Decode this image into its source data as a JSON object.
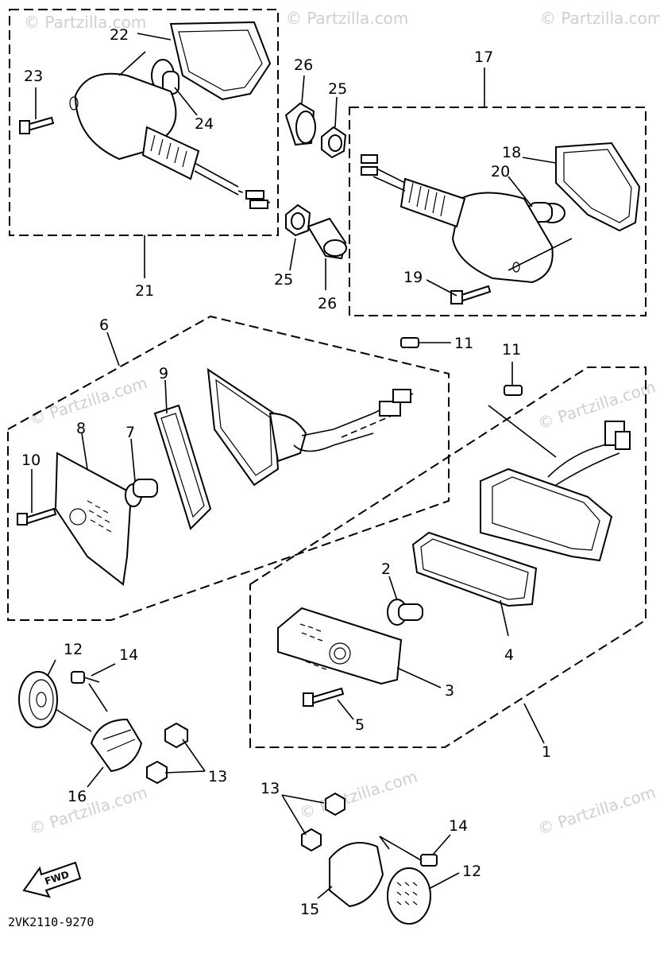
{
  "diagram": {
    "code": "2VK2110-9270",
    "fwd_label": "FWD",
    "watermark": "© Partzilla.com",
    "callouts": {
      "c1": "1",
      "c2": "2",
      "c3": "3",
      "c4": "4",
      "c5": "5",
      "c6": "6",
      "c7": "7",
      "c8": "8",
      "c9": "9",
      "c10": "10",
      "c11a": "11",
      "c11b": "11",
      "c12a": "12",
      "c12b": "12",
      "c13a": "13",
      "c13b": "13",
      "c14a": "14",
      "c14b": "14",
      "c15": "15",
      "c16": "16",
      "c17": "17",
      "c18": "18",
      "c19": "19",
      "c20": "20",
      "c21": "21",
      "c22": "22",
      "c23": "23",
      "c24": "24",
      "c25a": "25",
      "c25b": "25",
      "c26a": "26",
      "c26b": "26"
    }
  }
}
